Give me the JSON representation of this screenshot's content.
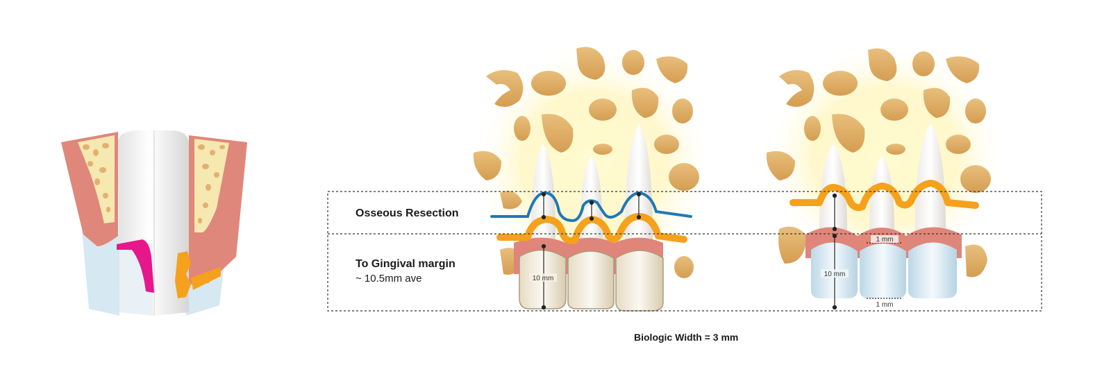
{
  "labels": {
    "osseous_resection": "Osseous Resection",
    "gingival_margin": "To Gingival margin",
    "gingival_margin_avg": "~ 10.5mm ave",
    "biologic_width": "Biologic Width = 3 mm"
  },
  "measurements": {
    "crown_length_before": "10 mm",
    "crown_length_after": "10 mm",
    "gap_upper": "1 mm",
    "gap_lower": "1 mm"
  },
  "colors": {
    "bone": "#dfb06a",
    "gingiva": "#e0857a",
    "osseous_line": "#1f78b4",
    "bone_crest_line": "#f5a11c",
    "attachment": "#e6178a",
    "dentin_bg": "#d9e9f2"
  }
}
